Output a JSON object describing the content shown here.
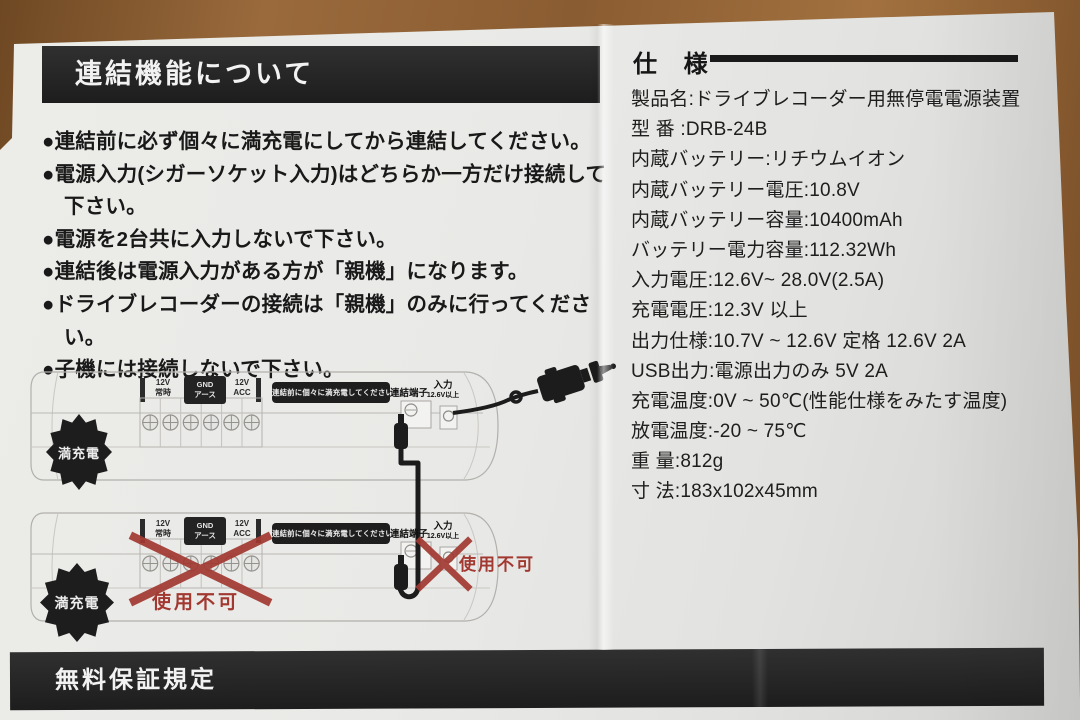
{
  "colors": {
    "accent_red": "#a23931",
    "bar_black": "#242424",
    "paper": "#e8e8e6",
    "wood": "#96683a"
  },
  "link_section": {
    "title": "連結機能について",
    "bullets": [
      "●連結前に必ず個々に満充電にしてから連結してください。",
      "●電源入力(シガーソケット入力)はどちらか一方だけ接続して下さい。",
      "●電源を2台共に入力しないで下さい。",
      "●連結後は電源入力がある方が「親機」になります。",
      "●ドライブレコーダーの接続は「親機」のみに行ってください。",
      "●子機には接続しないで下さい。"
    ]
  },
  "diagram": {
    "full_charge_badge": "満充電",
    "terminal_12v_constant": [
      "12V",
      "常時"
    ],
    "terminal_gnd": [
      "GND",
      "アース"
    ],
    "terminal_12v_acc": [
      "12V",
      "ACC"
    ],
    "precharge_note": "連結前に個々に満充電してください",
    "link_terminal_label": "連結端子",
    "input_label": "入力",
    "input_sublabel": "12.6V以上",
    "not_usable_label": "使用不可"
  },
  "specs": {
    "title": "仕 様",
    "rows": [
      "製品名:ドライブレコーダー用無停電電源装置",
      "型 番 :DRB-24B",
      "内蔵バッテリー:リチウムイオン",
      "内蔵バッテリー電圧:10.8V",
      "内蔵バッテリー容量:10400mAh",
      "バッテリー電力容量:112.32Wh",
      "入力電圧:12.6V~ 28.0V(2.5A)",
      "充電電圧:12.3V 以上",
      "出力仕様:10.7V ~ 12.6V 定格 12.6V 2A",
      "USB出力:電源出力のみ 5V 2A",
      "充電温度:0V ~ 50℃(性能仕様をみたす温度)",
      "放電温度:-20 ~ 75℃",
      "重 量:812g",
      "寸 法:183x102x45mm"
    ]
  },
  "warranty": {
    "title": "無料保証規定"
  }
}
